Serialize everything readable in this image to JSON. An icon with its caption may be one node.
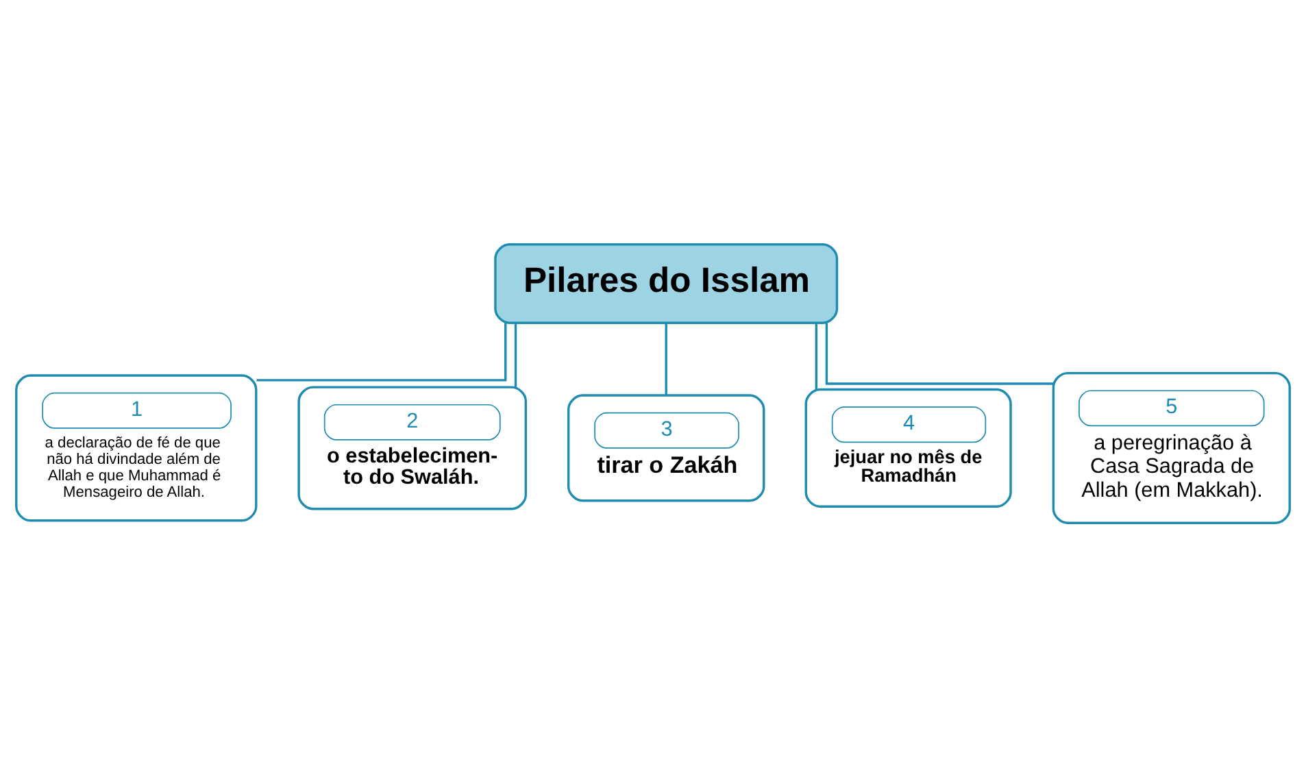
{
  "diagram": {
    "nodes": [
      {
        "text": [
          "Pilares do Isslam"
        ]
      },
      {
        "text": [
          "1",
          "a declaração de fé de que não há divindade além de Allah e que Muhammad é Mensageiro de Allah."
        ]
      },
      {
        "text": [
          "2",
          "o estabelecimen- to do Swaláh."
        ]
      },
      {
        "text": [
          "3",
          "tirar o Zakáh"
        ]
      },
      {
        "text": [
          "4",
          "jejuar no mês de Ramadhán"
        ]
      },
      {
        "text": [
          "5",
          "a peregrinação à Casa Sagrada de Allah (em Makkah)."
        ]
      }
    ],
    "edges": [
      {
        "from": 0,
        "to": 1,
        "arrow": "none"
      },
      {
        "from": 0,
        "to": 2,
        "arrow": "none"
      },
      {
        "from": 0,
        "to": 3,
        "arrow": "none"
      },
      {
        "from": 0,
        "to": 4,
        "arrow": "none"
      },
      {
        "from": 0,
        "to": 5,
        "arrow": "none"
      }
    ]
  }
}
